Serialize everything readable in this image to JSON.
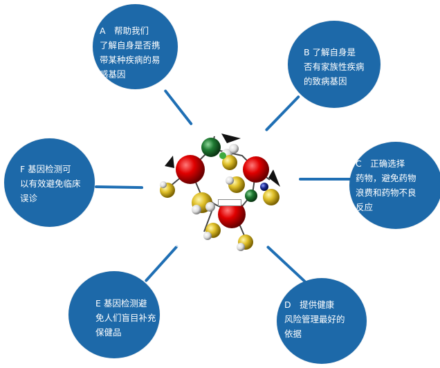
{
  "nodes": {
    "a": {
      "text": "A　帮助我们\n了解自身是否携\n带某种疾病的易\n感基因"
    },
    "b": {
      "text": "B 了解自身是\n否有家族性疾病\n的致病基因"
    },
    "c": {
      "text": "C　正确选择\n药物，避免药物\n浪费和药物不良\n反应"
    },
    "d": {
      "text": "D　提供健康\n风险管理最好的\n依据"
    },
    "e": {
      "text": "E 基因检测避\n免人们盲目补充\n保健品"
    },
    "f": {
      "text": "F 基因检测可\n以有效避免临床\n误诊"
    }
  },
  "colors": {
    "bubble": "#1d69a9",
    "connector": "#1f6fb4",
    "atom_oxygen": "#cc0000",
    "atom_hydrogen": "#e6c828",
    "atom_carbon": "#1f6b2c",
    "atom_nitrogen": "#1a2a80"
  },
  "center_image": {
    "icon": "molecule-model-icon"
  }
}
